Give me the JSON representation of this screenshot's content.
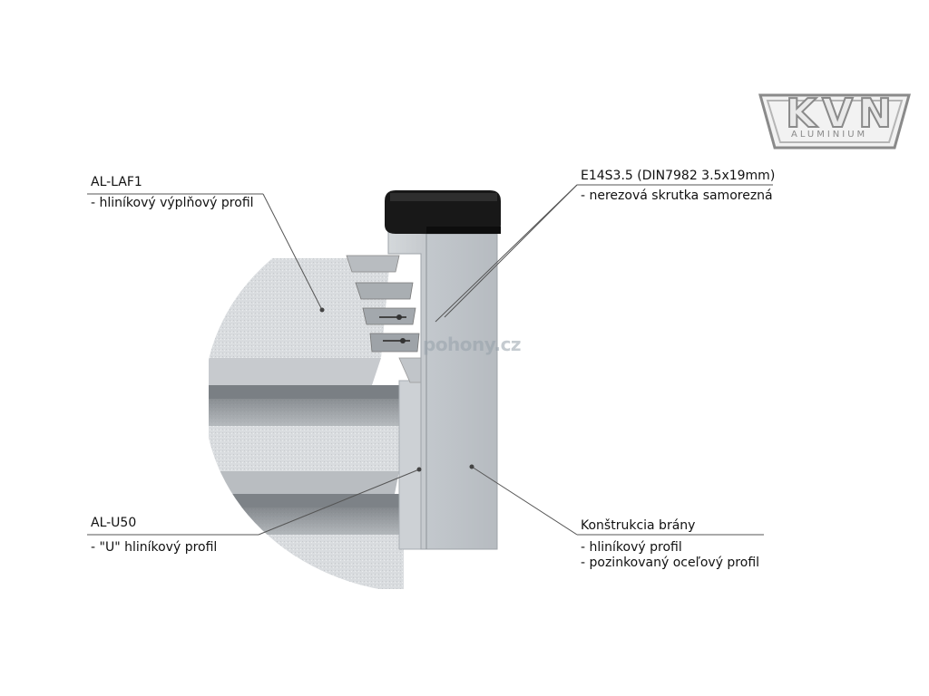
{
  "logo": {
    "main": "KVN",
    "sub": "ALUMINIUM"
  },
  "watermark": "pohony.cz",
  "callouts": {
    "al_laf1": {
      "title": "AL-LAF1",
      "desc": "- hliníkový výplňový profil"
    },
    "screw": {
      "title": "E14S3.5 (DIN7982 3.5x19mm)",
      "desc": "- nerezová skrutka samorezná"
    },
    "al_u50": {
      "title": "AL-U50",
      "desc": "- \"U\" hliníkový profil"
    },
    "construction": {
      "title": "Konštrukcia brány",
      "desc1": "- hliníkový profil",
      "desc2": "- pozinkovaný oceľový profil"
    }
  },
  "colors": {
    "line": "#555555",
    "post_light": "#c9ced3",
    "post_dark": "#9aa0a6",
    "cap": "#1a1a1a",
    "panel": "#dcdfe2",
    "panel_shadow": "#8f9498"
  }
}
